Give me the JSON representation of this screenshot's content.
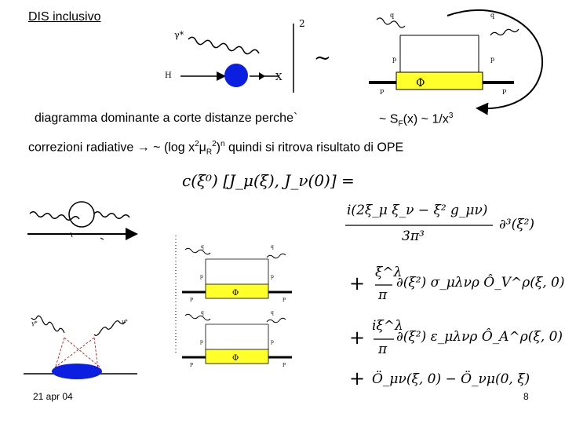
{
  "slide": {
    "title": "DIS inclusivo",
    "line1": "diagramma dominante a corte distanze perche`",
    "sf_rel": "~ S",
    "sf_sub": "F",
    "sf_rest": "(x) ~ 1/x",
    "sf_sup": "3",
    "line2_a": "correzioni radiative → ~ (log x",
    "line2_sup1": "2",
    "line2_mu": "μ",
    "line2_sub": "R",
    "line2_sup2": "2",
    "line2_b": ")",
    "line2_sup3": "n",
    "line2_c": " quindi si ritrova risultato di OPE",
    "date": "21 apr 04",
    "page": "8"
  },
  "diagrams": {
    "top_left": {
      "gamma": "γ*",
      "h": "H",
      "x": "X",
      "two": "2",
      "tilde": "~"
    },
    "top_right": {
      "q1": "q",
      "q2": "q",
      "p1": "p",
      "p2": "p",
      "phi": "Φ",
      "P1": "P",
      "P2": "P"
    },
    "mid_a": {
      "q1": "q",
      "q2": "q",
      "p1": "p",
      "p2": "p",
      "phi": "Φ",
      "P1": "P",
      "P2": "P"
    },
    "mid_b": {
      "q1": "q",
      "q2": "q",
      "p1": "p",
      "p2": "p",
      "phi": "Φ",
      "P1": "P",
      "P2": "P"
    },
    "bottom_left": {
      "gamma1": "γ*",
      "gamma2": "γ*"
    }
  },
  "equations": {
    "lhs": "c(ξ⁰) [J_μ(ξ), J_ν(0)] =",
    "term1_num": "i(2ξ_μ ξ_ν − ξ² g_μν)",
    "term1_den": "3π³",
    "term1_rest": "∂³(ξ²)",
    "term2_num": "ξ^λ",
    "term2_den": "π",
    "term2_rest": "∂(ξ²) σ_μλνρ Ô_V^ρ(ξ, 0)",
    "term3_num": "iξ^λ",
    "term3_den": "π",
    "term3_rest": "∂(ξ²) ε_μλνρ Ô_A^ρ(ξ, 0)",
    "term4": "Ö_μν(ξ, 0) − Ö_νμ(0, ξ)",
    "plus": "+"
  },
  "colors": {
    "blob": "#0b1fe0",
    "box": "#ffff2a",
    "ink": "#000000"
  }
}
